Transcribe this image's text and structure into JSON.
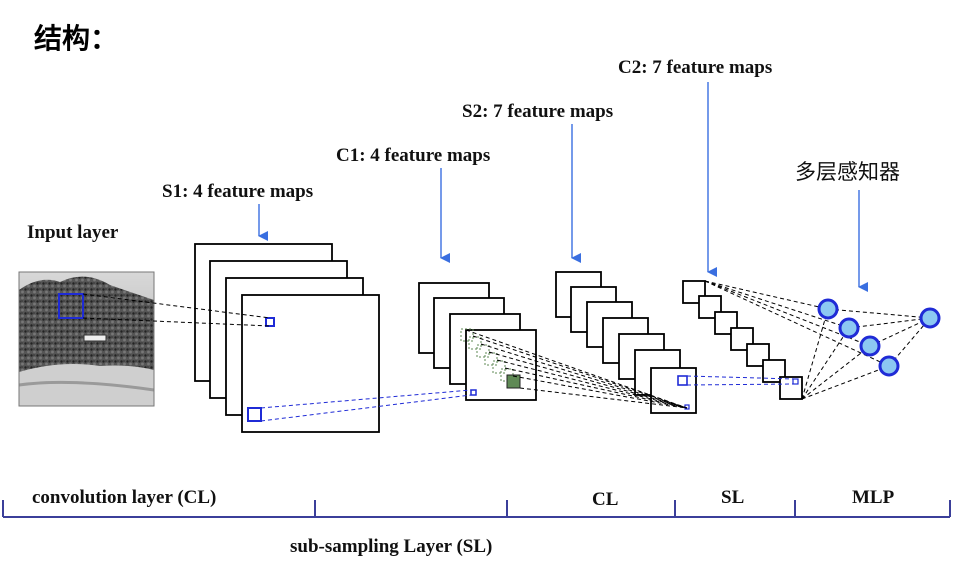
{
  "title": "结构：",
  "labels": {
    "input_layer": "Input layer",
    "s1": "S1: 4 feature maps",
    "c1": "C1: 4 feature maps",
    "s2": "S2: 7 feature maps",
    "c2": "C2: 7 feature maps",
    "mlp_cn": "多层感知器"
  },
  "axis": {
    "convolution_layer": "convolution layer (CL)",
    "cl": "CL",
    "sl": "SL",
    "mlp": "MLP",
    "subsampling_layer": "sub-sampling Layer (SL)"
  },
  "colors": {
    "arrow": "#3a6fe0",
    "kernel": "#1f2bd6",
    "neuron_fill": "#8cc8f2",
    "axis_line": "#3b3f9a",
    "green_patch": "#5f8a55"
  }
}
